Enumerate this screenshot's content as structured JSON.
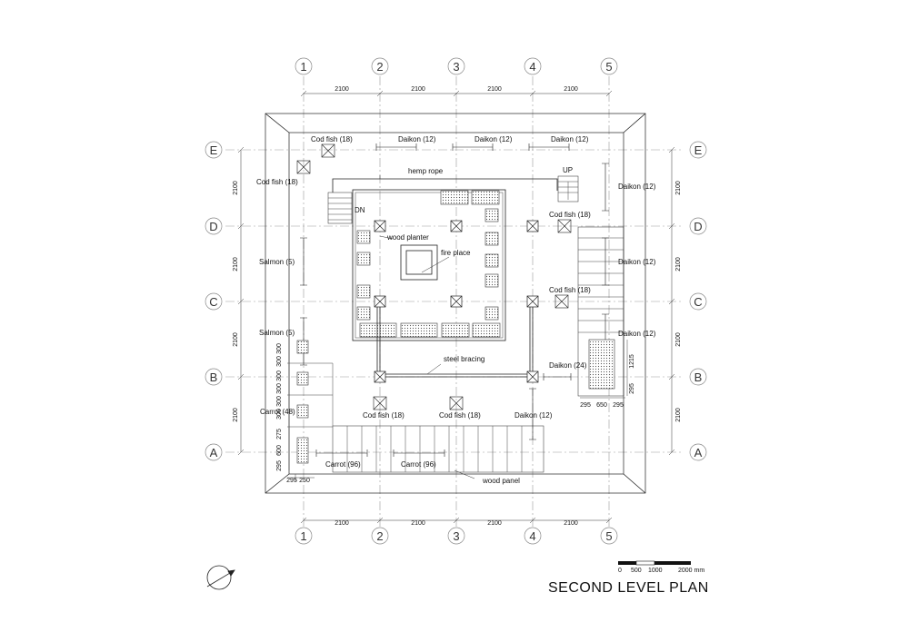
{
  "title": "SECOND LEVEL PLAN",
  "grid_columns": [
    "1",
    "2",
    "3",
    "4",
    "5"
  ],
  "grid_rows": [
    "E",
    "D",
    "C",
    "B",
    "A"
  ],
  "span_dimension": "2100",
  "scale_bar": {
    "ticks": [
      "0",
      "500",
      "1000",
      "2000 mm"
    ]
  },
  "labels": {
    "cod_fish_18": "Cod fish (18)",
    "daikon_12": "Daikon (12)",
    "daikon_24": "Daikon (24)",
    "salmon_5": "Salmon (5)",
    "carrot_48": "Carrot (48)",
    "carrot_96": "Carrot (96)",
    "hemp_rope": "hemp rope",
    "wood_planter": "wood planter",
    "fire_place": "fire place",
    "steel_bracing": "steel bracing",
    "wood_panel": "wood panel",
    "up": "UP",
    "dn": "DN"
  },
  "left_stack_dims": [
    "300",
    "300",
    "300",
    "300",
    "300",
    "300",
    "275",
    "600",
    "295"
  ],
  "left_bottom_dims": [
    "295",
    "250"
  ],
  "right_detail_dims": {
    "horizontal": [
      "295",
      "650",
      "295"
    ],
    "vertical": [
      "1215",
      "295"
    ]
  }
}
